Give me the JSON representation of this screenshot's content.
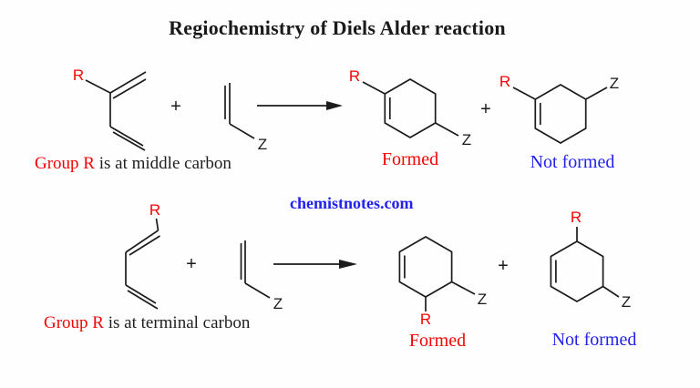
{
  "title": "Regiochemistry of Diels Alder reaction",
  "watermark": "chemistnotes.com",
  "colors": {
    "accent_red": "#f40404",
    "accent_blue": "#2222ee",
    "structure_black": "#1b1b1b"
  },
  "symbols": {
    "r": "R",
    "z": "Z",
    "plus": "+"
  },
  "reaction_top": {
    "caption_highlight": "Group R",
    "caption_rest": " is at middle carbon",
    "formed_label": "Formed",
    "not_formed_label": "Not formed"
  },
  "reaction_bottom": {
    "caption_highlight": "Group R",
    "caption_rest": " is at terminal carbon",
    "formed_label": "Formed",
    "not_formed_label": "Not formed"
  }
}
